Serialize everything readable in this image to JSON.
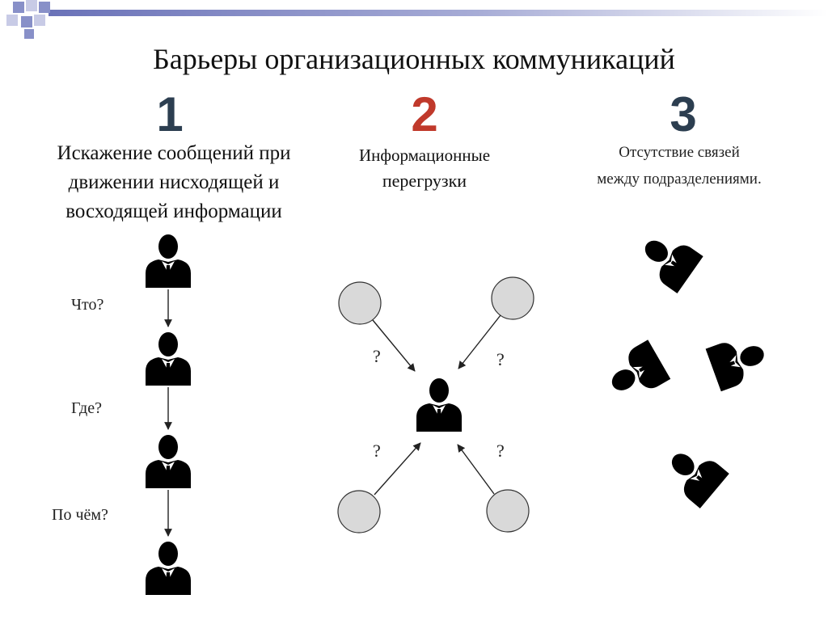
{
  "title": "Барьеры организационных коммуникаций",
  "theme": {
    "accent_red": "#c0392b",
    "accent_navy": "#2c3e50",
    "deco_blue": "#8890c8",
    "node_fill": "#d9d9d9"
  },
  "columns": [
    {
      "number": "1",
      "heading_lines": [
        "Искажение сообщений при",
        "движении нисходящей и",
        "восходящей информации"
      ],
      "questions": [
        "Что?",
        "Где?",
        "По чём?"
      ]
    },
    {
      "number": "2",
      "heading_lines": [
        "Информационные",
        "перегрузки"
      ],
      "question_marks": [
        "?",
        "?",
        "?",
        "?"
      ]
    },
    {
      "number": "3",
      "heading_lines": [
        "Отсутствие связей",
        "между подразделениями."
      ]
    }
  ]
}
